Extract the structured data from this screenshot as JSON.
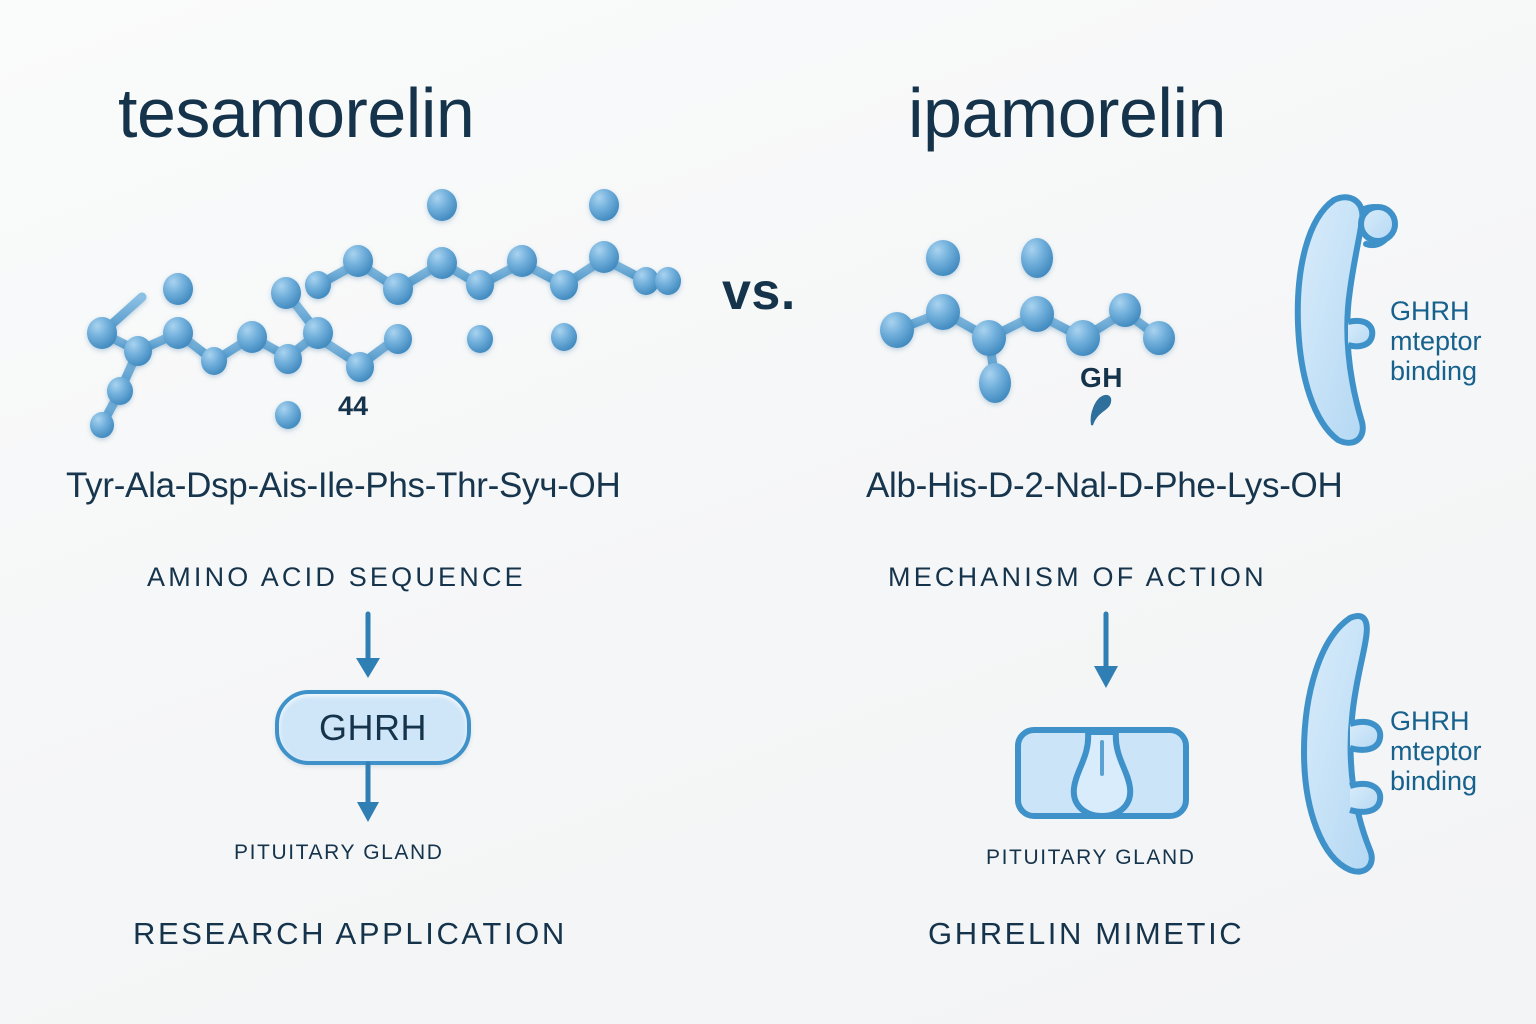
{
  "page": {
    "background_color": "#f7f8f9",
    "ink_color": "#15344c",
    "accent_blue": "#3f92c9",
    "fill_blue": "#cfe6f8",
    "molecule_blue": "#62a9d8",
    "text_blue": "#17618d"
  },
  "comparison": {
    "separator": "vs."
  },
  "left": {
    "title": "tesamorelin",
    "molecule_number": "44",
    "sequence": "Tyr-Ala-Dsp-Ais-Ile-Phs-Thr-Syч-OH",
    "section_caption": "AMINO ACID SEQUENCE",
    "flow": {
      "node_label": "GHRH",
      "target_label": "PITUITARY GLAND"
    },
    "footer_label": "RESEARCH APPLICATION"
  },
  "right": {
    "title": "ipamorelin",
    "molecule_tag": "GH",
    "sequence": "Alb-His-D-2-Nal-D-Phe-Lys-OH",
    "section_caption": "MECHANISM OF ACTION",
    "flow": {
      "target_label": "PITUITARY GLAND"
    },
    "footer_label": "GHRELIN MIMETIC",
    "receptor_top": {
      "line1": "GHRH",
      "line2": "mteptor",
      "line3": "binding"
    },
    "receptor_bottom": {
      "line1": "GHRH",
      "line2": "mteptor",
      "line3": "binding"
    }
  }
}
